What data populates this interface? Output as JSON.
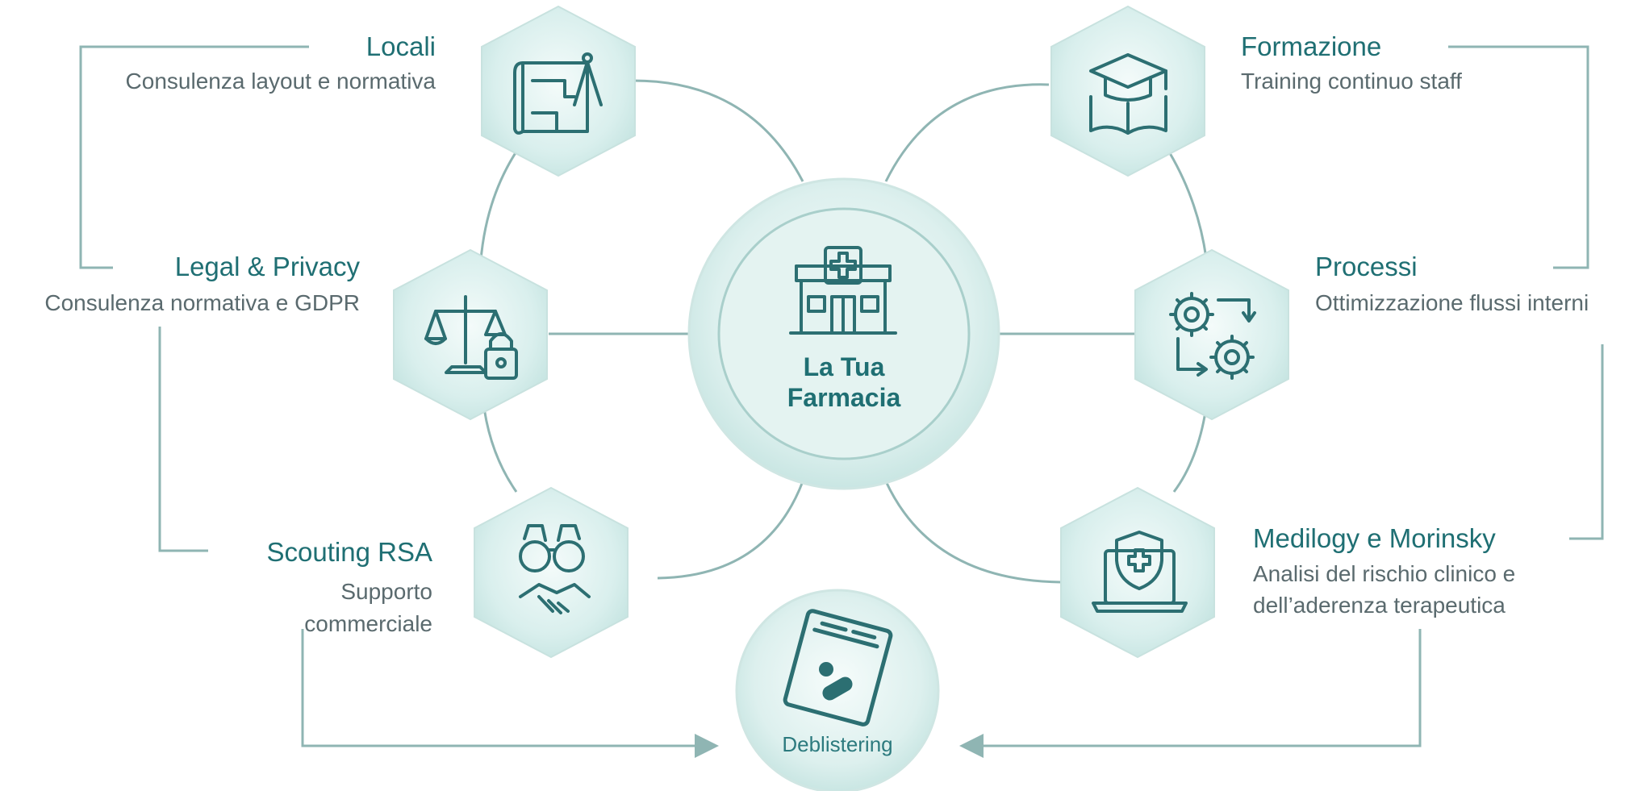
{
  "hub": {
    "line1": "La Tua",
    "line2": "Farmacia",
    "icon": "pharmacy-building-icon"
  },
  "services": {
    "locali": {
      "title": "Locali",
      "description": "Consulenza layout e normativa",
      "icon": "blueprint-compass-icon"
    },
    "legal": {
      "title": "Legal & Privacy",
      "description": "Consulenza normativa e GDPR",
      "icon": "scales-lock-icon"
    },
    "scouting": {
      "title": "Scouting RSA",
      "description_line1": "Supporto",
      "description_line2": "commerciale",
      "icon": "binoculars-handshake-icon"
    },
    "formazione": {
      "title": "Formazione",
      "description": "Training continuo staff",
      "icon": "graduation-book-icon"
    },
    "processi": {
      "title": "Processi",
      "description": "Ottimizzazione flussi interni",
      "icon": "gears-cycle-icon"
    },
    "medilogy": {
      "title": "Medilogy e Morinsky",
      "description_line1": "Analisi del rischio clinico e",
      "description_line2": "dell’aderenza terapeutica",
      "icon": "laptop-shield-icon"
    }
  },
  "deblistering": {
    "label": "Deblistering",
    "icon": "pill-blister-icon"
  },
  "colors": {
    "title": "#1f6f73",
    "text": "#5a6a6e",
    "line": "#8fb5b3",
    "icon": "#2c6f72",
    "hex_fill": "#d8eeec"
  }
}
